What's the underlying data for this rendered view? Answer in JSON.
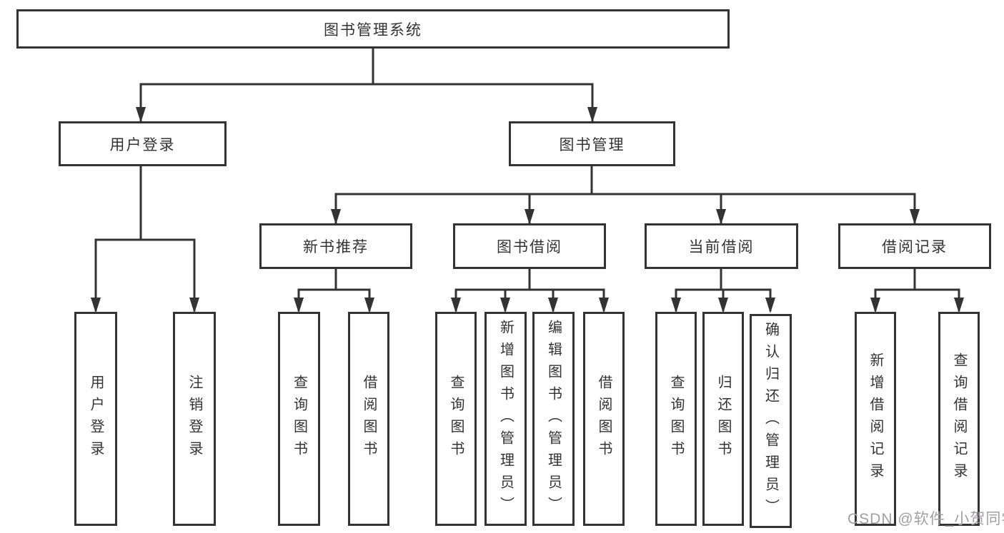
{
  "diagram": {
    "root": {
      "label": "图书管理系统"
    },
    "level2": [
      {
        "label": "用户登录",
        "children": [
          "用户登录",
          "注销登录"
        ]
      },
      {
        "label": "图书管理",
        "groups": [
          {
            "label": "新书推荐",
            "children": [
              "查询图书",
              "借阅图书"
            ]
          },
          {
            "label": "图书借阅",
            "children": [
              "查询图书",
              "新增图书（管理员）",
              "编辑图书（管理员）",
              "借阅图书"
            ]
          },
          {
            "label": "当前借阅",
            "children": [
              "查询图书",
              "归还图书",
              "确认归还（管理员）"
            ]
          },
          {
            "label": "借阅记录",
            "children": [
              "新增借阅记录",
              "查询借阅记录"
            ]
          }
        ]
      }
    ]
  },
  "watermark": "CSDN @软件_小贺同学",
  "colors": {
    "line": "#333333",
    "text": "#333333",
    "box_background": "#ffffff",
    "watermark": "#a2a0a2",
    "background": "#ffffff"
  }
}
